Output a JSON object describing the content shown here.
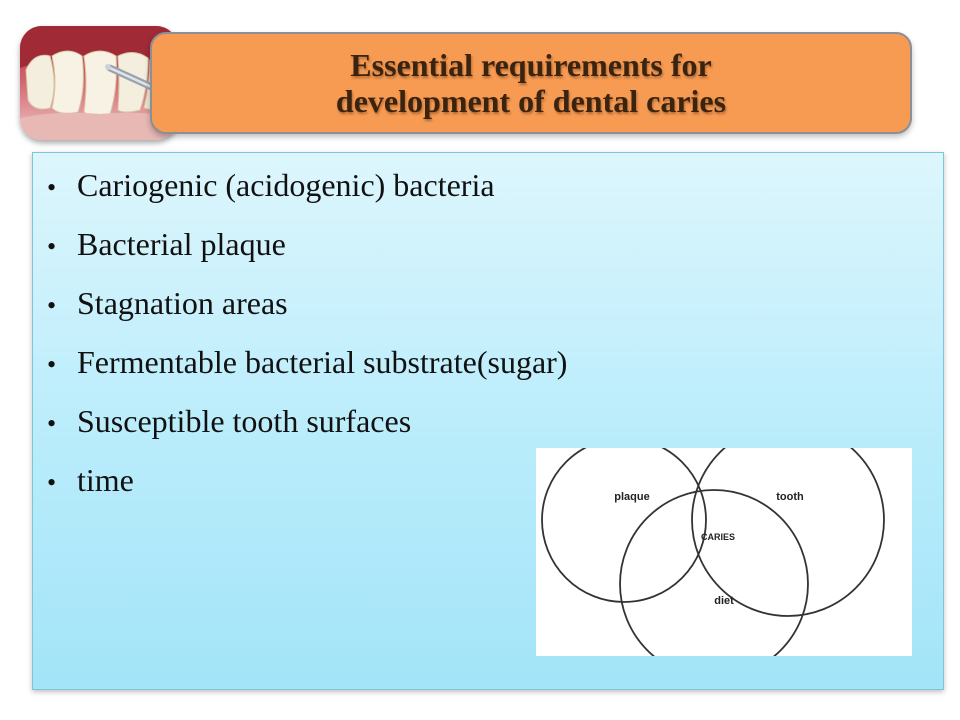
{
  "slide": {
    "title_line1": "Essential requirements for",
    "title_line2": "development of dental caries",
    "bullets": [
      "Cariogenic (acidogenic) bacteria",
      "Bacterial plaque",
      "Stagnation areas",
      "Fermentable bacterial substrate(sugar)",
      "Susceptible tooth surfaces",
      "time"
    ],
    "bullet_glyph": "•",
    "logo_icon": "teeth-scaling-icon"
  },
  "venn": {
    "sets": [
      "plaque",
      "tooth",
      "diet"
    ],
    "intersection": "CARIES"
  },
  "colors": {
    "title_bar": "#f79a52",
    "content_bg": "#b8ecfb",
    "title_text": "#3a2410"
  }
}
